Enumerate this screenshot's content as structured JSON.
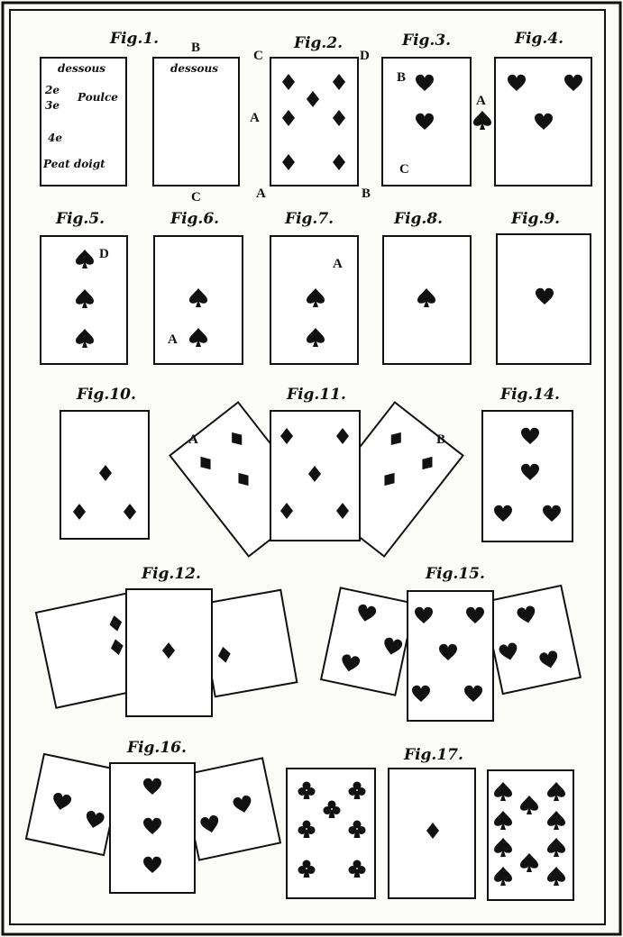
{
  "figure_labels": {
    "fig1": "Fig.1.",
    "fig2": "Fig.2.",
    "fig3": "Fig.3.",
    "fig4": "Fig.4.",
    "fig5": "Fig.5.",
    "fig6": "Fig.6.",
    "fig7": "Fig.7.",
    "fig8": "Fig.8.",
    "fig9": "Fig.9.",
    "fig10": "Fig.10.",
    "fig11": "Fig.11.",
    "fig12": "Fig.12.",
    "fig14": "Fig.14.",
    "fig15": "Fig.15.",
    "fig16": "Fig.16.",
    "fig17": "Fig.17."
  },
  "fig1": {
    "card1_top": "dessous",
    "card1_line2": "Poulce",
    "card1_line4": "Peat doigt",
    "ord2": "2e",
    "ord3": "3e",
    "ord4": "4e",
    "card2_top": "dessous",
    "letter_b": "B",
    "letter_c": "C"
  },
  "fig2": {
    "letter_c": "C",
    "letter_d": "D",
    "letter_a_left": "A",
    "letter_a_bottom": "A",
    "letter_b": "B"
  },
  "fig3": {
    "letter_b": "B",
    "letter_c": "C",
    "letter_a": "A"
  },
  "fig5": {
    "letter_d": "D"
  },
  "fig6": {
    "letter_a": "A"
  },
  "fig7": {
    "letter_a": "A"
  },
  "fig11": {
    "letter_a": "A",
    "letter_b": "B"
  },
  "colors": {
    "ink": "#111111",
    "paper": "#fbfbf8"
  }
}
